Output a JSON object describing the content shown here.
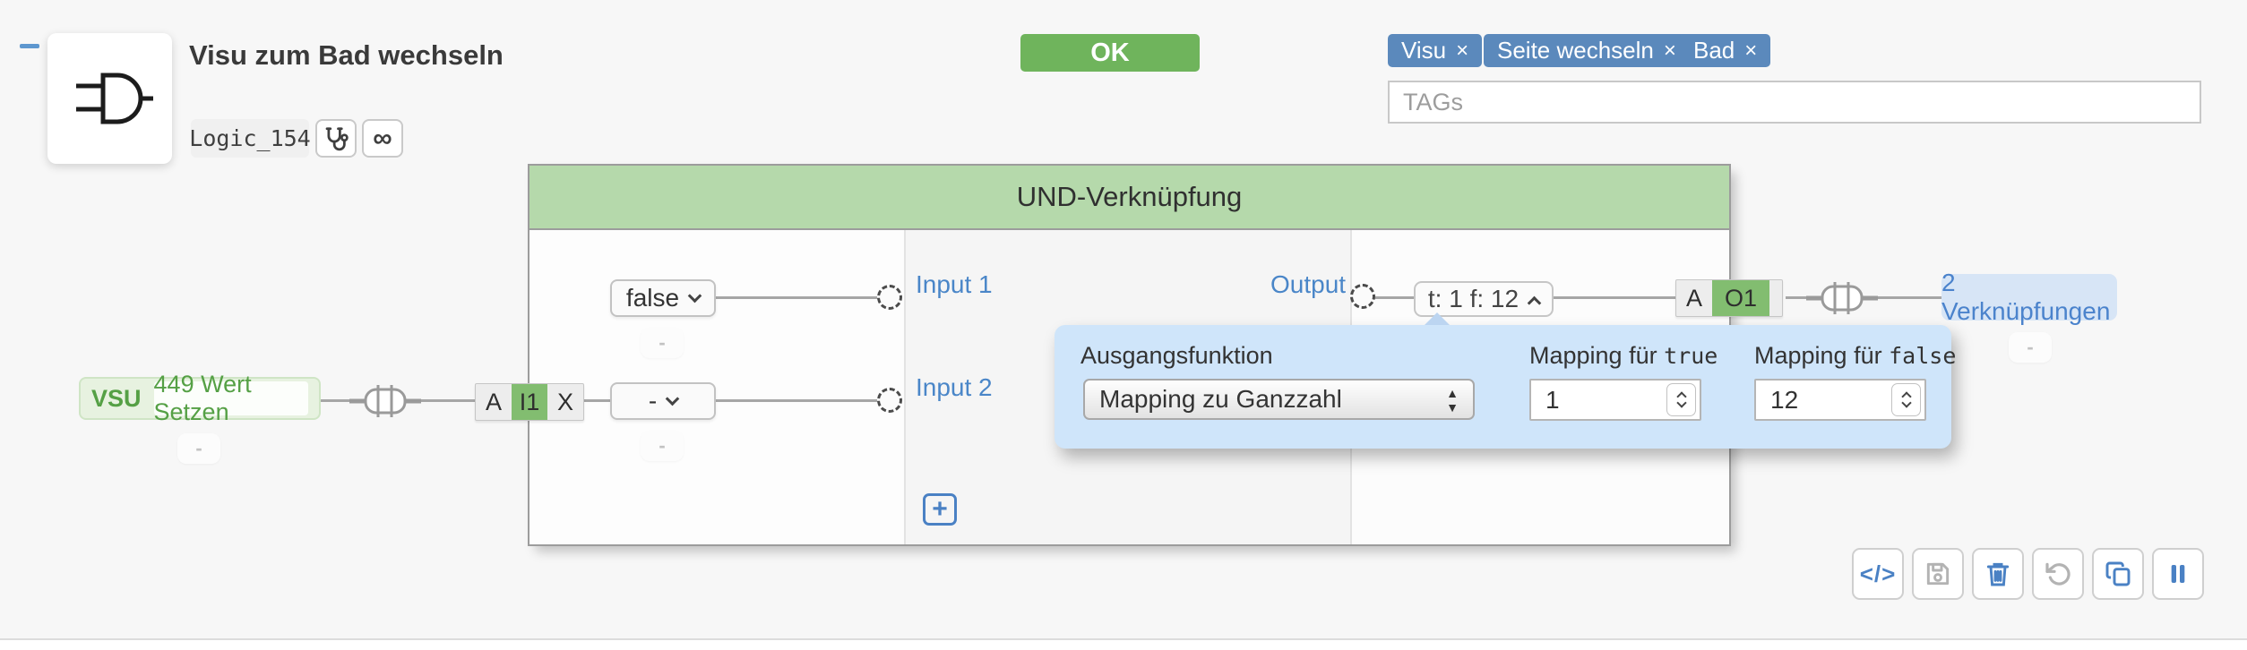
{
  "header": {
    "title": "Visu zum Bad wechseln",
    "logic_id": "Logic_154",
    "ok_label": "OK",
    "tags": [
      "Visu",
      "Seite wechseln",
      "Bad"
    ],
    "tag_remove": "×",
    "tags_placeholder": "TAGs",
    "infinity_glyph": "∞"
  },
  "block": {
    "title": "UND-Verknüpfung",
    "input1_label": "Input 1",
    "input2_label": "Input 2",
    "output_label": "Output",
    "input1_value": "false",
    "input2_value": "-",
    "output_summary": "t: 1 f: 12",
    "add_input_label": "+"
  },
  "source": {
    "prefix": "VSU",
    "name": "449 Wert Setzen"
  },
  "ports": {
    "in_a": "A",
    "in_i1": "I1",
    "in_x": "X",
    "out_a": "A",
    "out_o1": "O1"
  },
  "connections_label": "2 Verknüpfungen",
  "placeholder_dash": "-",
  "popup": {
    "function_label": "Ausgangsfunktion",
    "function_value": "Mapping zu Ganzzahl",
    "select_arrows": "▲\n▼",
    "mapping_prefix": "Mapping für",
    "true_word": "true",
    "false_word": "false",
    "true_value": "1",
    "false_value": "12"
  },
  "toolbar": {
    "code_label": "</>"
  },
  "colors": {
    "accent_blue": "#4a81c4",
    "tag_blue": "#5b89bc",
    "ok_green": "#6fb45c",
    "block_header_green": "#b5d9ab",
    "port_green": "#82bd70",
    "vsu_green": "#55a045",
    "popup_blue": "#cfe5fa",
    "link_pill_blue": "#d7e5f6"
  }
}
